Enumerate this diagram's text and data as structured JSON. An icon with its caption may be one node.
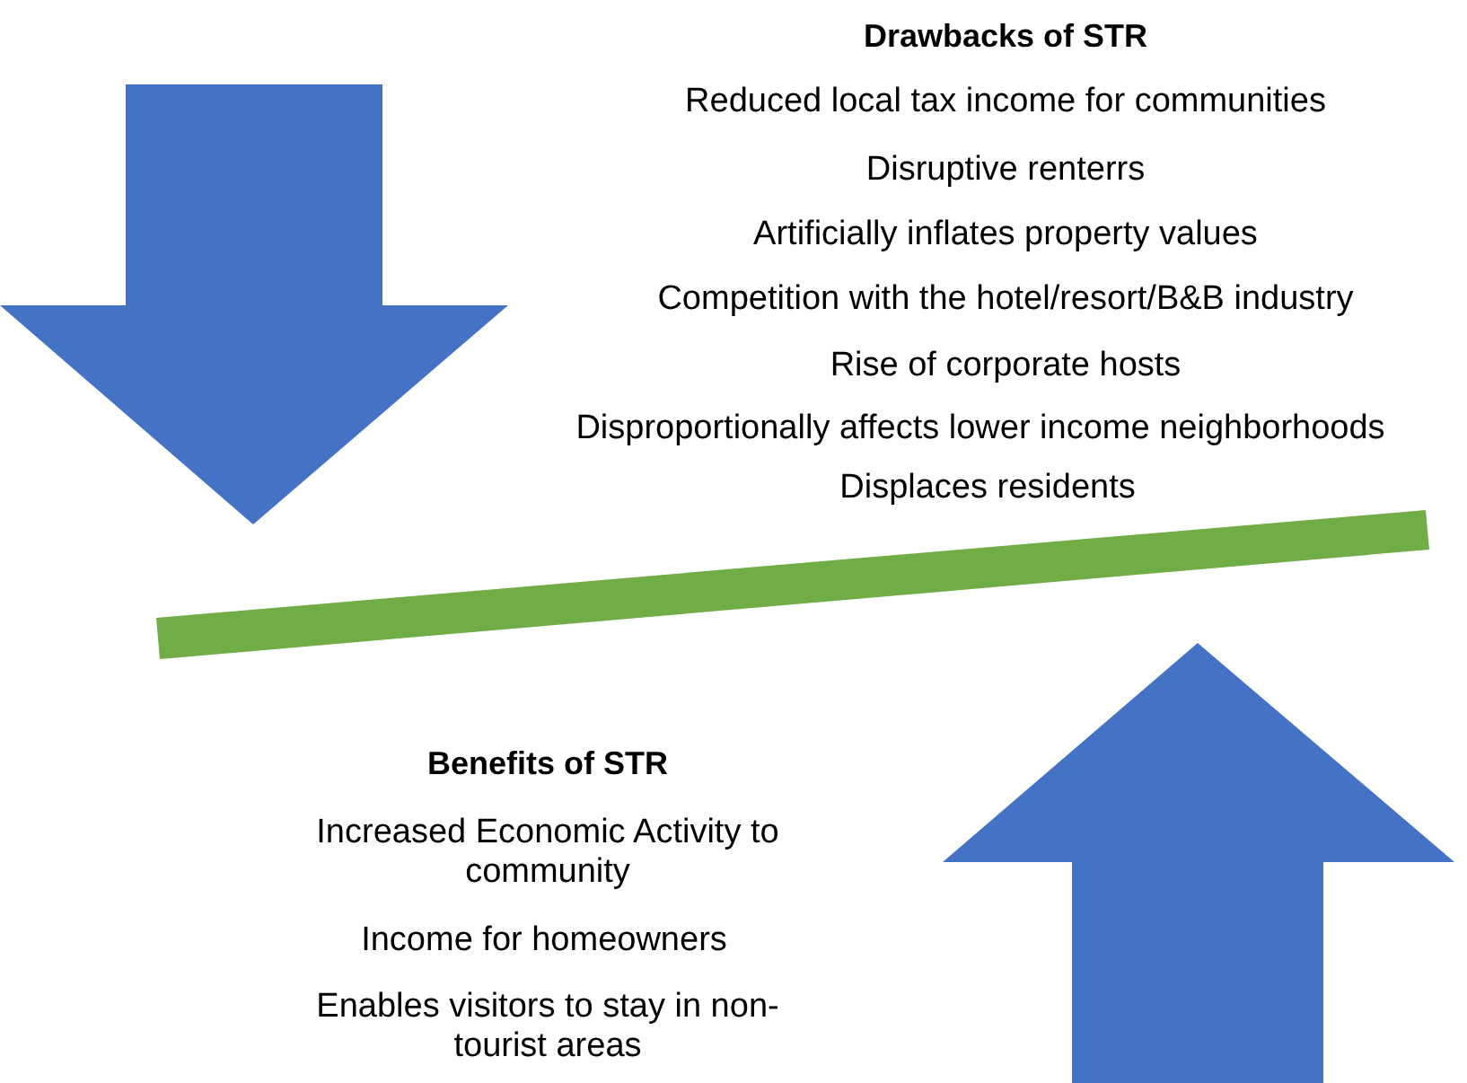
{
  "diagram": {
    "labels": [
      "Drawbacks of STR",
      "Reduced local tax income for communities",
      "Disruptive renterrs",
      "Artificially inflates property values",
      "Competition with the hotel/resort/B&B industry",
      "Rise of corporate hosts",
      "Disproportionally affects lower income neighborhoods",
      "Displaces residents",
      "Benefits of STR",
      "Increased Economic Activity to community",
      "Income for homeowners",
      "Enables visitors to stay in non-tourist areas"
    ]
  }
}
